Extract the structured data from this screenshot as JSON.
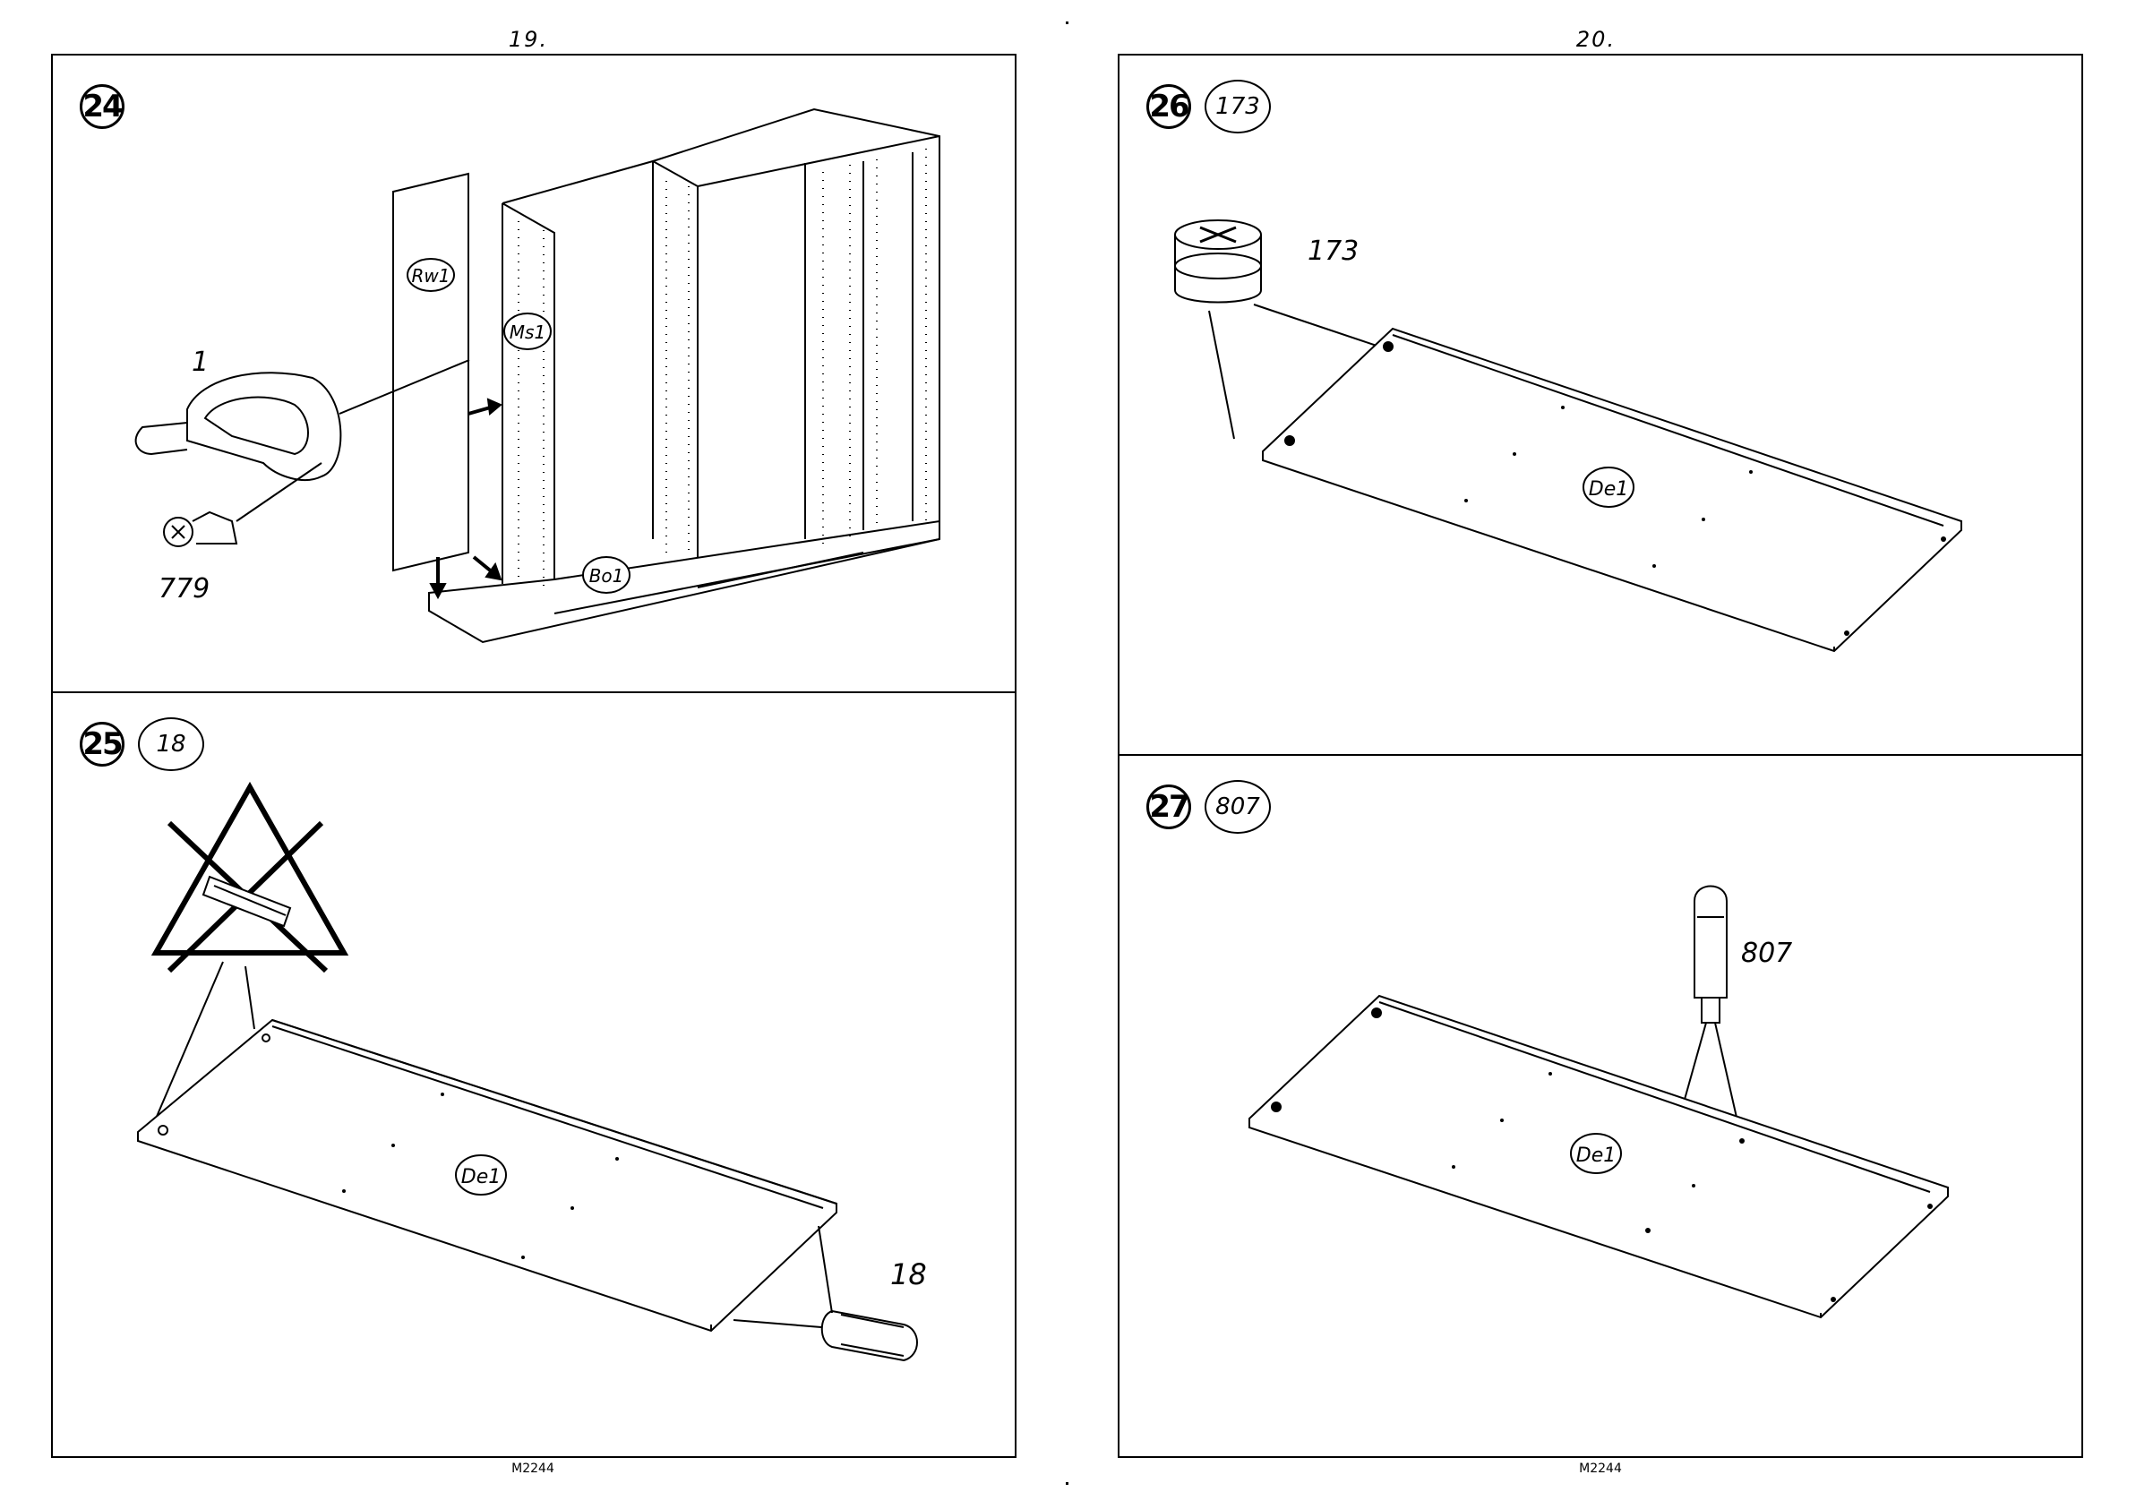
{
  "page_numbers": {
    "left": "19.",
    "right": "20."
  },
  "document_codes": {
    "left": "M2244",
    "right": "M2244"
  },
  "steps": [
    {
      "step": "24",
      "quantity": "",
      "labels": {
        "pin": "1",
        "screw": "779",
        "back_panel": "Rw1",
        "side": "Ms1",
        "base": "Bo1"
      }
    },
    {
      "step": "25",
      "quantity": "18",
      "labels": {
        "dowel": "18",
        "panel": "De1"
      }
    },
    {
      "step": "26",
      "quantity": "173",
      "labels": {
        "cam": "173",
        "panel": "De1"
      }
    },
    {
      "step": "27",
      "quantity": "807",
      "labels": {
        "bolt": "807",
        "panel": "De1"
      }
    }
  ]
}
